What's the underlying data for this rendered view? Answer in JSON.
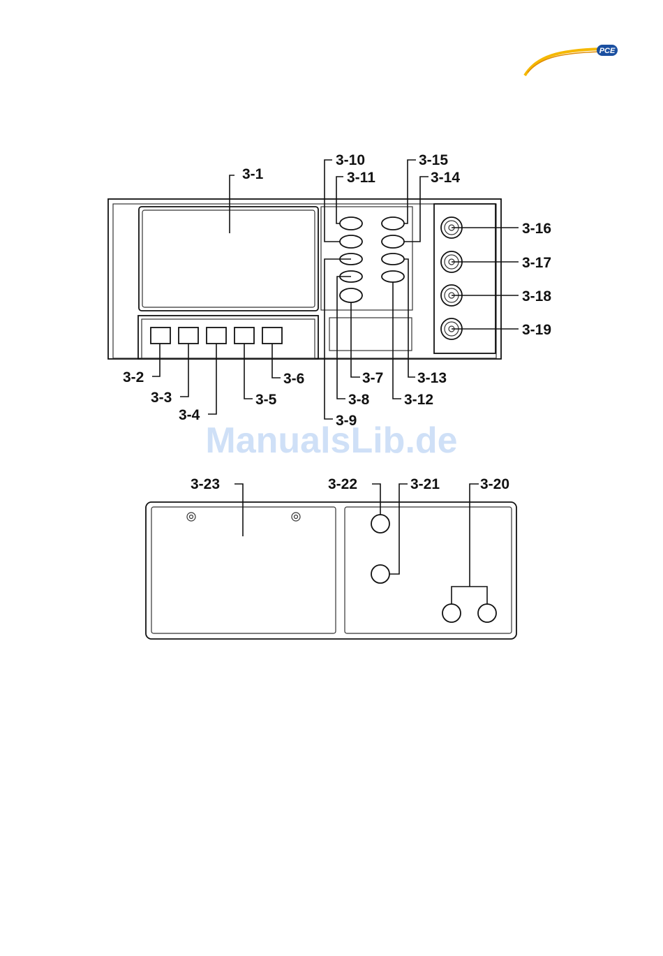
{
  "logo": {
    "text": "PCE",
    "brand_color": "#f5b800",
    "badge_color": "#1a4fa0"
  },
  "watermark": {
    "text": "ManualsLib.de"
  },
  "front_panel": {
    "labels": {
      "l3_1": "3-1",
      "l3_2": "3-2",
      "l3_3": "3-3",
      "l3_4": "3-4",
      "l3_5": "3-5",
      "l3_6": "3-6",
      "l3_7": "3-7",
      "l3_8": "3-8",
      "l3_9": "3-9",
      "l3_10": "3-10",
      "l3_11": "3-11",
      "l3_12": "3-12",
      "l3_13": "3-13",
      "l3_14": "3-14",
      "l3_15": "3-15",
      "l3_16": "3-16",
      "l3_17": "3-17",
      "l3_18": "3-18",
      "l3_19": "3-19"
    }
  },
  "rear_panel": {
    "labels": {
      "l3_20": "3-20",
      "l3_21": "3-21",
      "l3_22": "3-22",
      "l3_23": "3-23"
    }
  }
}
